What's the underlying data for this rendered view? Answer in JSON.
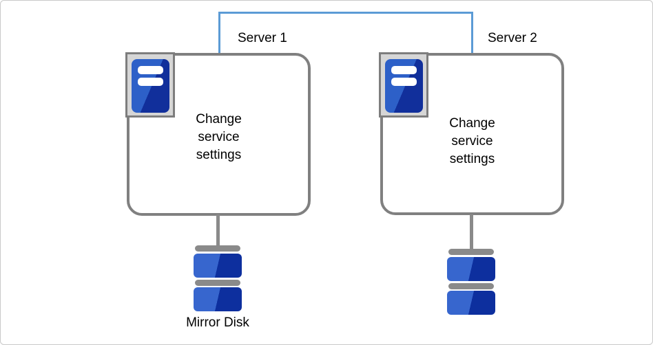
{
  "diagram": {
    "servers": [
      {
        "name": "Server 1",
        "action": "Change\nservice\nsettings"
      },
      {
        "name": "Server 2",
        "action": "Change\nservice\nsettings"
      }
    ],
    "mirror_disk": {
      "label": "Mirror Disk"
    },
    "icons": {
      "server": "server-tower-icon",
      "disk": "mirror-disk-icon"
    },
    "colors": {
      "connector_blue": "#5b9bd5",
      "box_border_gray": "#808080",
      "icon_frame_gray": "#d6d6d6",
      "icon_frame_border": "#7d7d7d",
      "tower_blue_light": "#2d60c8",
      "tower_blue_dark": "#112f9b",
      "disk_blue_light": "#3766ce",
      "disk_blue_dark": "#0d2f9e",
      "disk_gray": "#8a8a8a",
      "canvas_border": "#c8c8c8"
    }
  }
}
